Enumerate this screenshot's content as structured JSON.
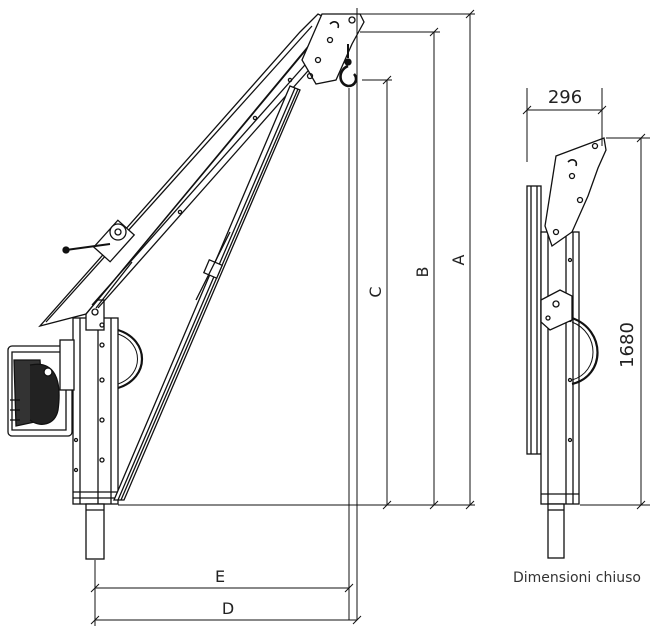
{
  "dimensions": {
    "a": "A",
    "b": "B",
    "c": "C",
    "d": "D",
    "e": "E",
    "width_closed": "296",
    "height_closed": "1680"
  },
  "caption": "Dimensioni chiuso"
}
